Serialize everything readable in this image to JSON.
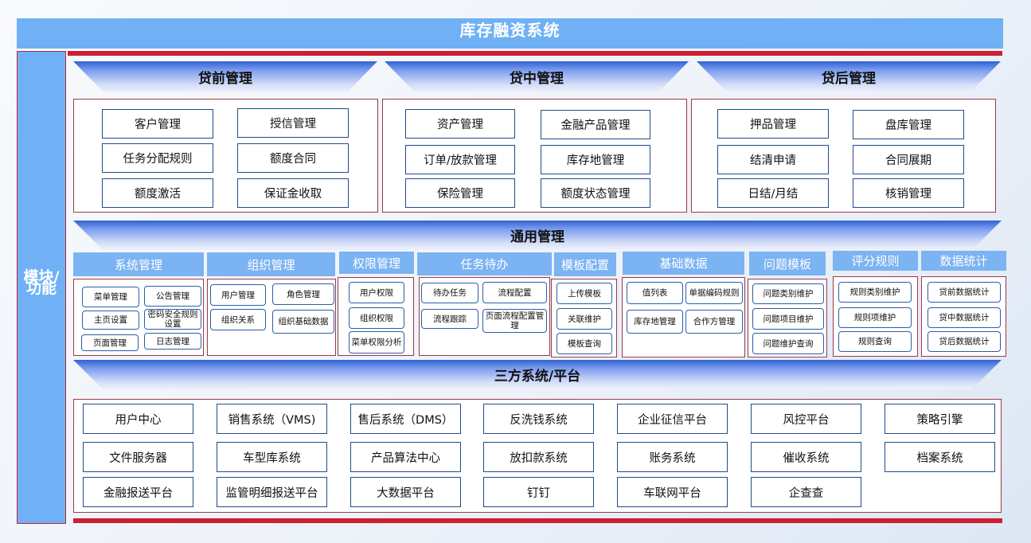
{
  "title": "库存融资系统",
  "sidebar": {
    "line1": "模块/",
    "line2": "功能"
  },
  "sections": {
    "pre": {
      "title": "贷前管理",
      "items": [
        "客户管理",
        "授信管理",
        "任务分配规则",
        "额度合同",
        "额度激活",
        "保证金收取"
      ]
    },
    "mid": {
      "title": "贷中管理",
      "items": [
        "资产管理",
        "金融产品管理",
        "订单/放款管理",
        "库存地管理",
        "保险管理",
        "额度状态管理"
      ]
    },
    "post": {
      "title": "贷后管理",
      "items": [
        "押品管理",
        "盘库管理",
        "结清申请",
        "合同展期",
        "日结/月结",
        "核销管理"
      ]
    }
  },
  "general": {
    "title": "通用管理",
    "groups": [
      {
        "title": "系统管理",
        "items": [
          "菜单管理",
          "公告管理",
          "主页设置",
          "密码安全规则设置",
          "页面管理",
          "日志管理"
        ]
      },
      {
        "title": "组织管理",
        "items": [
          "用户管理",
          "角色管理",
          "组织关系",
          "组织基础数据"
        ]
      },
      {
        "title": "权限管理",
        "items": [
          "用户权限",
          "组织权限",
          "菜单权限分析"
        ]
      },
      {
        "title": "任务待办",
        "items": [
          "待办任务",
          "流程配置",
          "流程跟踪",
          "页面流程配置管理"
        ]
      },
      {
        "title": "模板配置",
        "items": [
          "上传模板",
          "关联维护",
          "模板查询"
        ]
      },
      {
        "title": "基础数据",
        "items": [
          "值列表",
          "单据编码规则",
          "库存地管理",
          "合作方管理"
        ]
      },
      {
        "title": "问题模板",
        "items": [
          "问题类别维护",
          "问题项目维护",
          "问题维护查询"
        ]
      },
      {
        "title": "评分规则",
        "items": [
          "规则类别维护",
          "规则项维护",
          "规则查询"
        ]
      },
      {
        "title": "数据统计",
        "items": [
          "贷前数据统计",
          "贷中数据统计",
          "贷后数据统计"
        ]
      }
    ]
  },
  "third_party": {
    "title": "三方系统/平台",
    "rows": [
      [
        "用户中心",
        "销售系统（VMS)",
        "售后系统（DMS）",
        "反洗钱系统",
        "企业征信平台",
        "风控平台",
        "策略引擎"
      ],
      [
        "文件服务器",
        "车型库系统",
        "产品算法中心",
        "放扣款系统",
        "账务系统",
        "催收系统",
        "档案系统"
      ],
      [
        "金融报送平台",
        "监管明细报送平台",
        "大数据平台",
        "钉钉",
        "车联网平台",
        "企查查"
      ]
    ]
  }
}
